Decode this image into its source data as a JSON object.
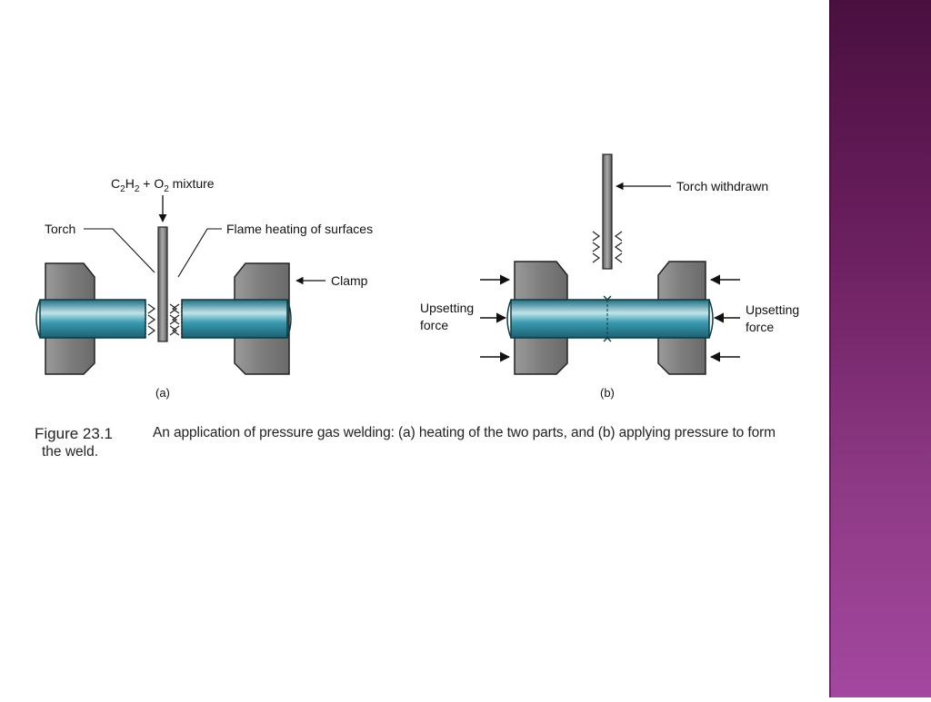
{
  "diagram_a": {
    "gas_label": "C2H2 + O2 mixture",
    "gas_parts": [
      "C",
      "2",
      "H",
      "2",
      " + O",
      "2",
      " mixture"
    ],
    "torch_label": "Torch",
    "flame_label": "Flame heating of surfaces",
    "clamp_label": "Clamp",
    "panel_label": "(a)"
  },
  "diagram_b": {
    "torch_label": "Torch withdrawn",
    "left_force_label": [
      "Upsetting",
      "force"
    ],
    "right_force_label": [
      "Upsetting",
      "force"
    ],
    "panel_label": "(b)"
  },
  "caption": {
    "figure_number": "Figure 23.1",
    "text": "An application of pressure gas welding: (a) heating of the two parts, and (b) applying pressure to form",
    "continuation": "the weld."
  },
  "colors": {
    "rod": "#2f8ea0",
    "rod_highlight": "#bfe3ea",
    "clamp": "#8a8a8a",
    "clamp_dark": "#555555",
    "sidebar_top": "#4a0f3f",
    "sidebar_bottom": "#a347a0"
  }
}
